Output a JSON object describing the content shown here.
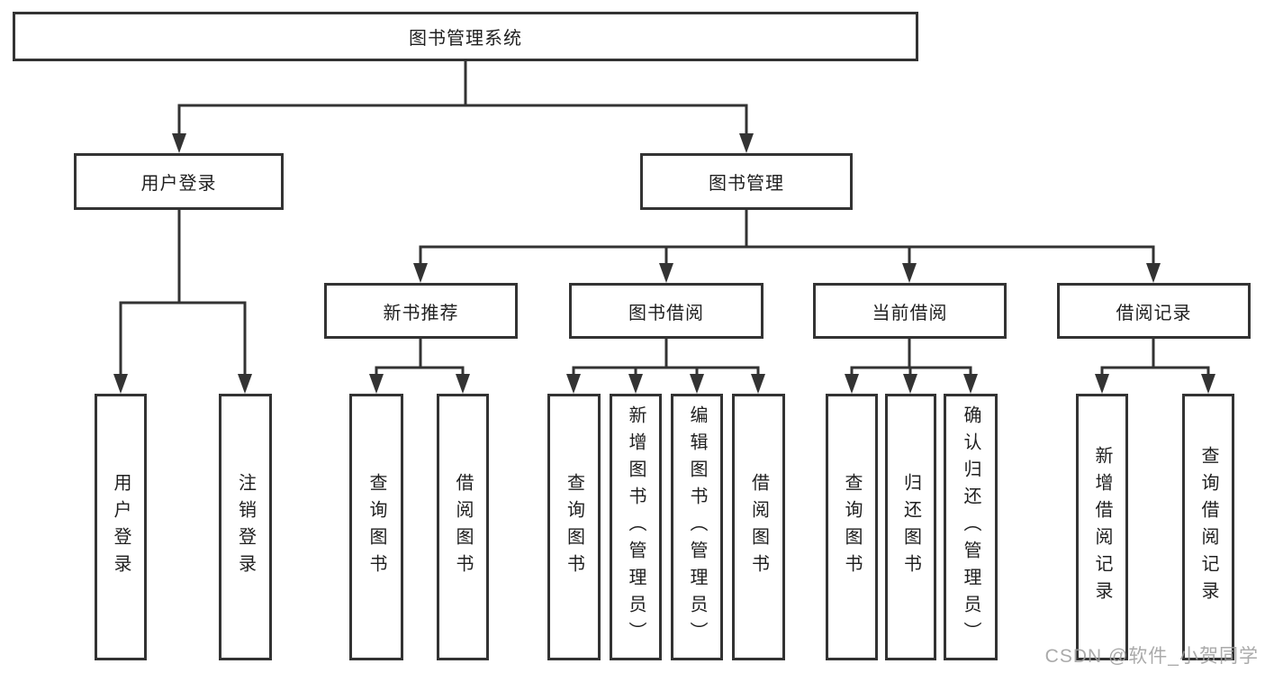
{
  "tree": {
    "label": "图书管理系统",
    "children": [
      {
        "label": "用户登录",
        "children": [
          {
            "label": "用户登录"
          },
          {
            "label": "注销登录"
          }
        ]
      },
      {
        "label": "图书管理",
        "children": [
          {
            "label": "新书推荐",
            "children": [
              {
                "label": "查询图书"
              },
              {
                "label": "借阅图书"
              }
            ]
          },
          {
            "label": "图书借阅",
            "children": [
              {
                "label": "查询图书"
              },
              {
                "label": "新增图书（管理员）"
              },
              {
                "label": "编辑图书（管理员）"
              },
              {
                "label": "借阅图书"
              }
            ]
          },
          {
            "label": "当前借阅",
            "children": [
              {
                "label": "查询图书"
              },
              {
                "label": "归还图书"
              },
              {
                "label": "确认归还（管理员）"
              }
            ]
          },
          {
            "label": "借阅记录",
            "children": [
              {
                "label": "新增借阅记录"
              },
              {
                "label": "查询借阅记录"
              }
            ]
          }
        ]
      }
    ]
  },
  "watermark": "CSDN @软件_小贺同学",
  "colors": {
    "line": "#333333",
    "box_border": "#333333",
    "text": "#1f1f1f",
    "watermark": "#9e9e9e",
    "background": "#ffffff"
  }
}
